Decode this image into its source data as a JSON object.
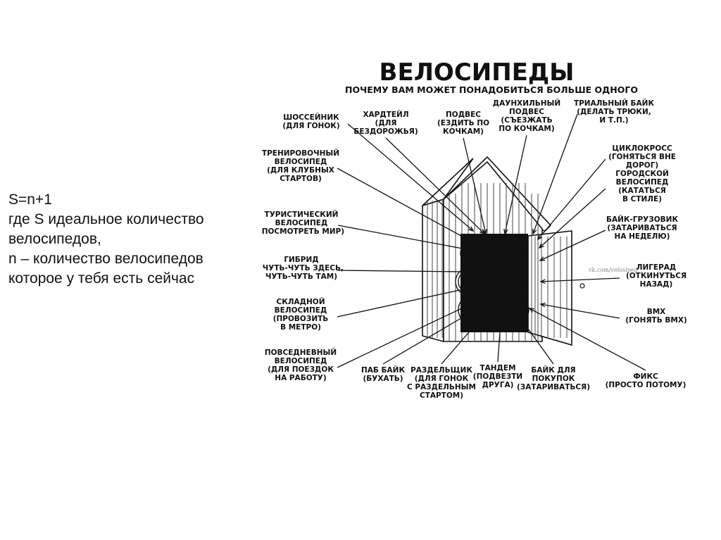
{
  "formula": {
    "line1": "S=n+1",
    "line2": "где S идеальное количество",
    "line3": "велосипедов,",
    "line4": "n – количество велосипедов",
    "line5": "которое у тебя есть сейчас"
  },
  "figure": {
    "title": "ВЕЛОСИПЕДЫ",
    "subtitle": "ПОЧЕМУ ВАМ МОЖЕТ ПОНАДОБИТЬСЯ БОЛЬШЕ ОДНОГО",
    "watermark": "vk.com/velosiped",
    "labels": {
      "shosseinik": [
        "ШОССЕЙНИК",
        "(ДЛЯ ГОНОК)"
      ],
      "hardtail": [
        "ХАРДТЕЙЛ",
        "(ДЛЯ",
        "БЕЗДОРОЖЬЯ)"
      ],
      "podves": [
        "ПОДВЕС",
        "(ЕЗДИТЬ ПО",
        "КОЧКАМ)"
      ],
      "downhill": [
        "ДАУНХИЛЬНЫЙ",
        "ПОДВЕС",
        "(СЪЕЗЖАТЬ",
        "ПО КОЧКАМ)"
      ],
      "trial": [
        "ТРИАЛЬНЫЙ БАЙК",
        "(ДЕЛАТЬ ТРЮКИ,",
        "И Т.П.)"
      ],
      "trainer": [
        "ТРЕНИРОВОЧНЫЙ",
        "ВЕЛОСИПЕД",
        "(ДЛЯ КЛУБНЫХ",
        "СТАРТОВ)"
      ],
      "cyclocross": [
        "ЦИКЛОКРОСС",
        "(ГОНЯТЬСЯ ВНЕ",
        "ДОРОГ)"
      ],
      "city": [
        "ГОРОДСКОЙ",
        "ВЕЛОСИПЕД",
        "(КАТАТЬСЯ",
        "В СТИЛЕ)"
      ],
      "touring": [
        "ТУРИСТИЧЕСКИЙ",
        "ВЕЛОСИПЕД",
        "(ПОСМОТРЕТЬ МИР)"
      ],
      "cargo": [
        "БАЙК-ГРУЗОВИК",
        "(ЗАТАРИВАТЬСЯ",
        "НА НЕДЕЛЮ)"
      ],
      "hybrid": [
        "ГИБРИД",
        "(ЧУТЬ-ЧУТЬ ЗДЕСЬ,",
        "ЧУТЬ-ЧУТЬ ТАМ)"
      ],
      "recumbent": [
        "ЛИГЕРАД",
        "(ОТКИНУТЬСЯ",
        "НАЗАД)"
      ],
      "folding": [
        "СКЛАДНОЙ",
        "ВЕЛОСИПЕД",
        "(ПРОВОЗИТЬ",
        "В МЕТРО)"
      ],
      "bmx": [
        "BMX",
        "(ГОНЯТЬ BMX)"
      ],
      "everyday": [
        "ПОВСЕДНЕВНЫЙ",
        "ВЕЛОСИПЕД",
        "(ДЛЯ ПОЕЗДОК",
        "НА РАБОТУ)"
      ],
      "pub": [
        "ПАБ БАЙК",
        "(БУХАТЬ)"
      ],
      "tt": [
        "РАЗДЕЛЬЩИК",
        "(ДЛЯ ГОНОК",
        "С РАЗДЕЛЬНЫМ",
        "СТАРТОМ)"
      ],
      "tandem": [
        "ТАНДЕМ",
        "(ПОДВЕЗТИ",
        "ДРУГА)"
      ],
      "shopping": [
        "БАЙК ДЛЯ",
        "ПОКУПОК",
        "(ЗАТАРИВАТЬСЯ)"
      ],
      "fixie": [
        "ФИКС",
        "(ПРОСТО ПОТОМУ)"
      ]
    }
  }
}
